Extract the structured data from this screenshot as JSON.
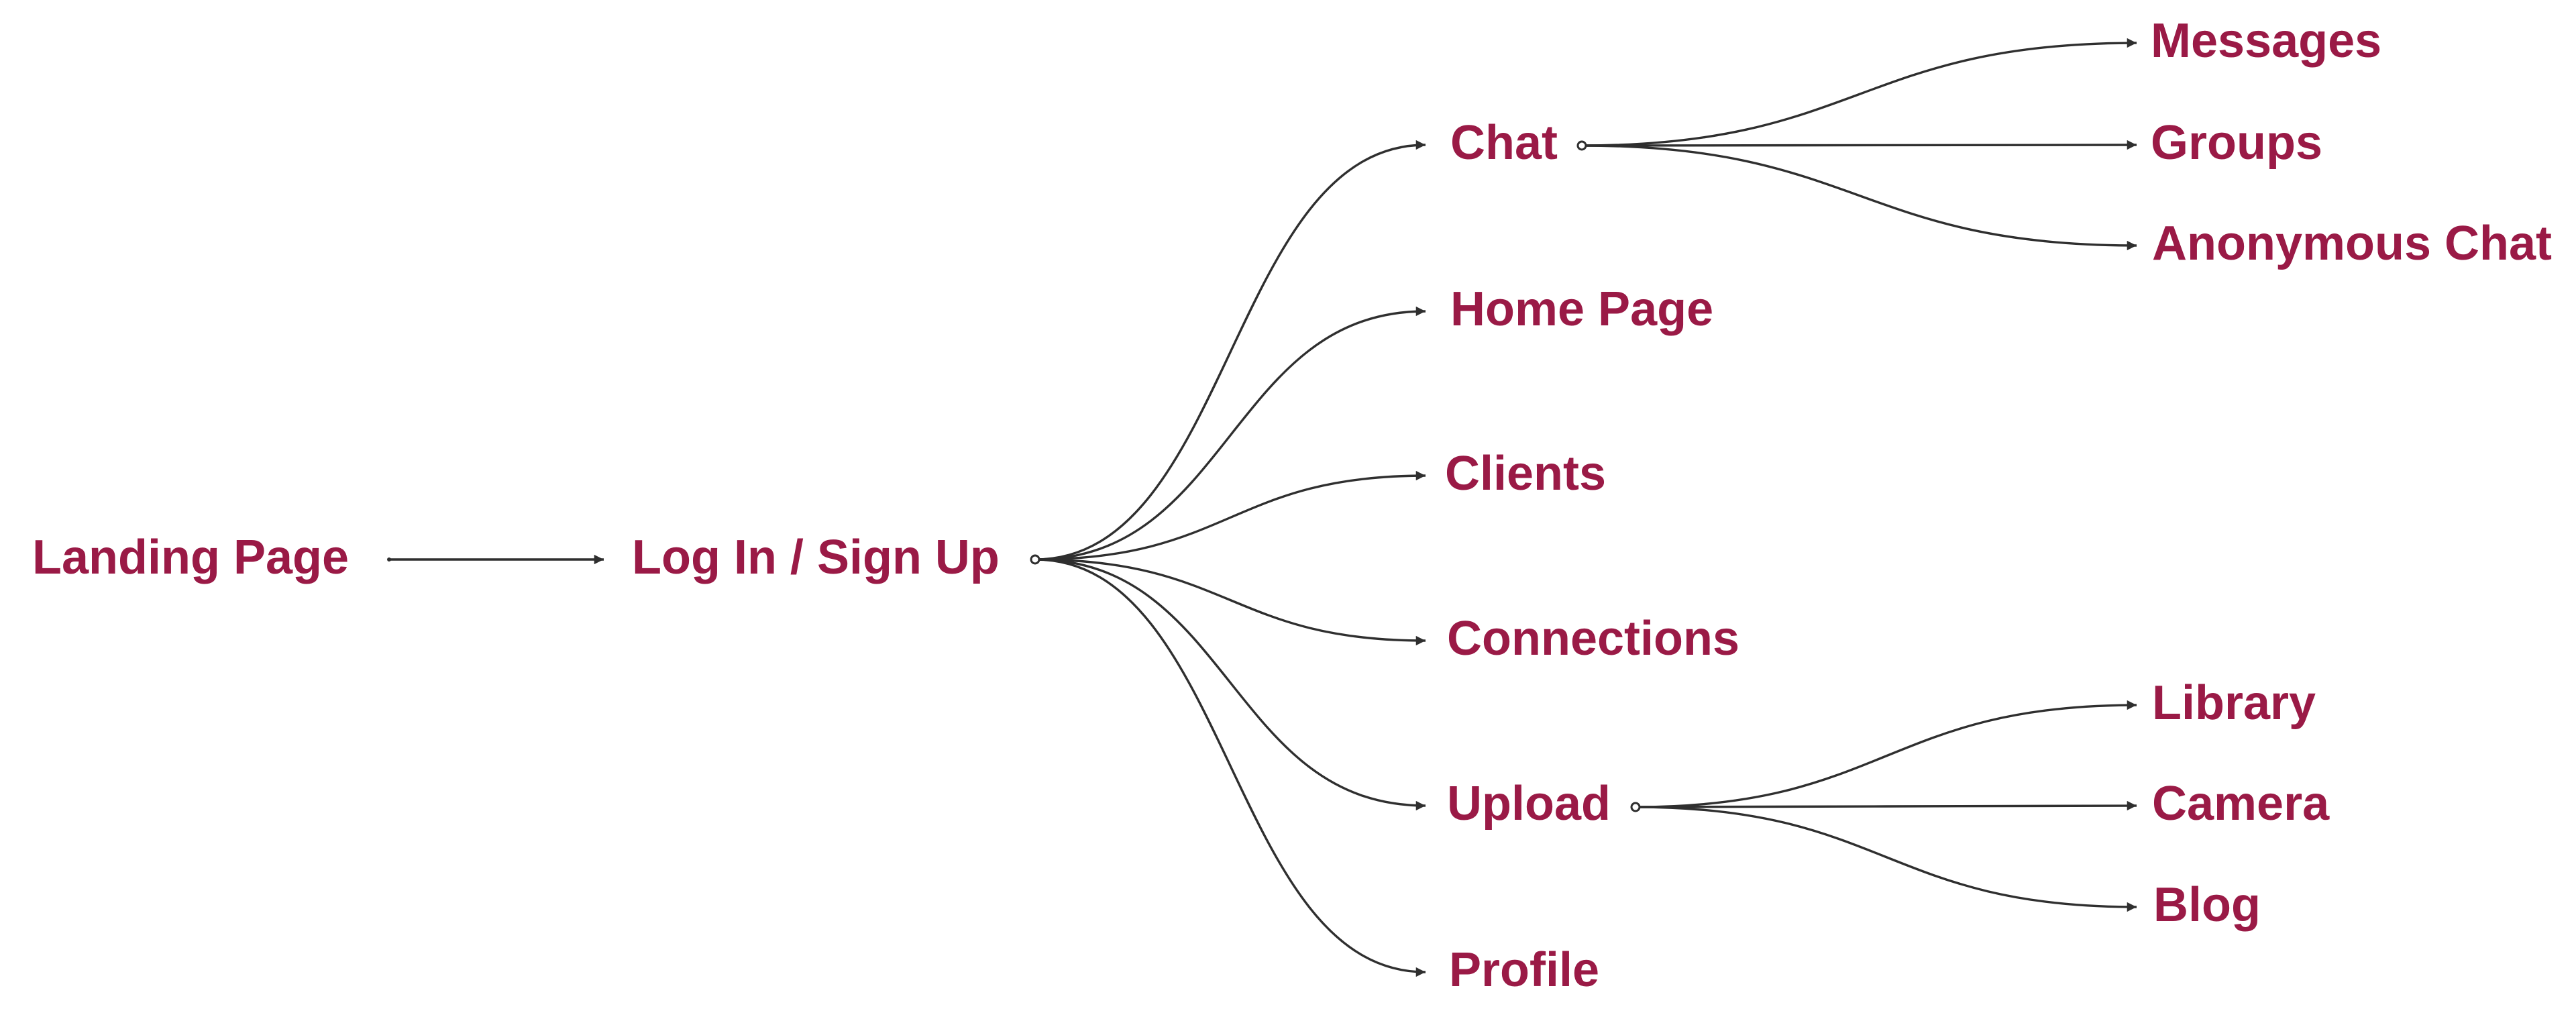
{
  "diagram": {
    "label_color": "#9a1a46",
    "edge_color": "#2f2f2f",
    "nodes": {
      "landing": "Landing Page",
      "login": "Log In / Sign Up",
      "chat": "Chat",
      "home": "Home Page",
      "clients": "Clients",
      "connections": "Connections",
      "upload": "Upload",
      "profile": "Profile",
      "messages": "Messages",
      "groups": "Groups",
      "anonymous": "Anonymous Chat",
      "library": "Library",
      "camera": "Camera",
      "blog": "Blog"
    },
    "edges": [
      [
        "landing",
        "login"
      ],
      [
        "login",
        "chat"
      ],
      [
        "login",
        "home"
      ],
      [
        "login",
        "clients"
      ],
      [
        "login",
        "connections"
      ],
      [
        "login",
        "upload"
      ],
      [
        "login",
        "profile"
      ],
      [
        "chat",
        "messages"
      ],
      [
        "chat",
        "groups"
      ],
      [
        "chat",
        "anonymous"
      ],
      [
        "upload",
        "library"
      ],
      [
        "upload",
        "camera"
      ],
      [
        "upload",
        "blog"
      ]
    ]
  }
}
